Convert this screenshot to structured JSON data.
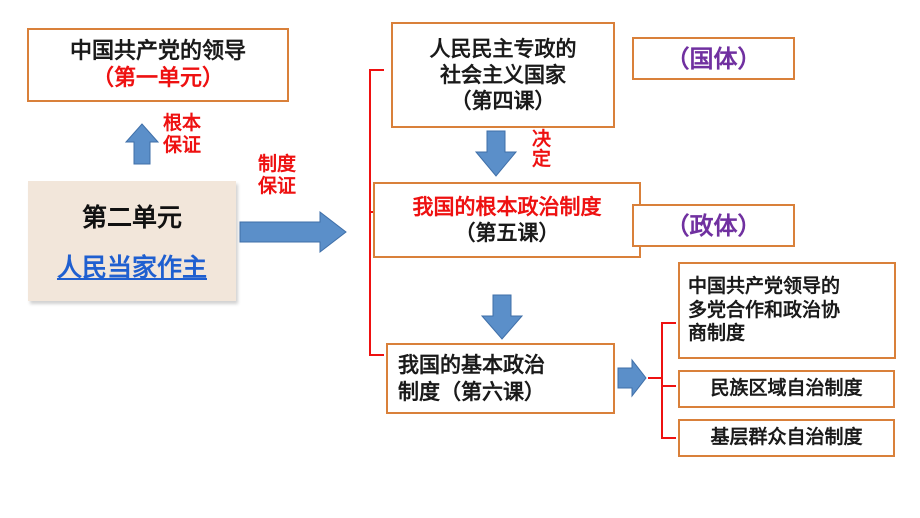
{
  "box_cpc": {
    "line1": "中国共产党的领导",
    "line2": "（第一单元）"
  },
  "label_fundamental": {
    "line1": "根本",
    "line2": "保证"
  },
  "label_system": {
    "line1": "制度",
    "line2": "保证"
  },
  "unit2": {
    "title": "第二单元",
    "subtitle": "人民当家作主"
  },
  "box_dictatorship": {
    "line1": "人民民主专政的",
    "line2": "社会主义国家",
    "line3": "（第四课）"
  },
  "box_guoti": {
    "text": "（国体）"
  },
  "label_decide": {
    "line1": "决",
    "line2": "定"
  },
  "box_fundamental_system": {
    "line1": "我国的根本政治制度",
    "line2": "（第五课）"
  },
  "box_zhengti": {
    "text": "（政体）"
  },
  "box_basic_system": {
    "line1": "我国的基本政治",
    "line2": "制度（第六课）"
  },
  "box_multiparty": {
    "line1": "中国共产党领导的",
    "line2": "多党合作和政治协",
    "line3": "商制度"
  },
  "box_ethnic": {
    "text": "民族区域自治制度"
  },
  "box_grassroots": {
    "text": "基层群众自治制度"
  },
  "colors": {
    "arrow": "#5b8fc9",
    "border": "#d9803a",
    "red": "#ee1111",
    "purple": "#7030a0",
    "blue_text": "#1f5fd0"
  }
}
